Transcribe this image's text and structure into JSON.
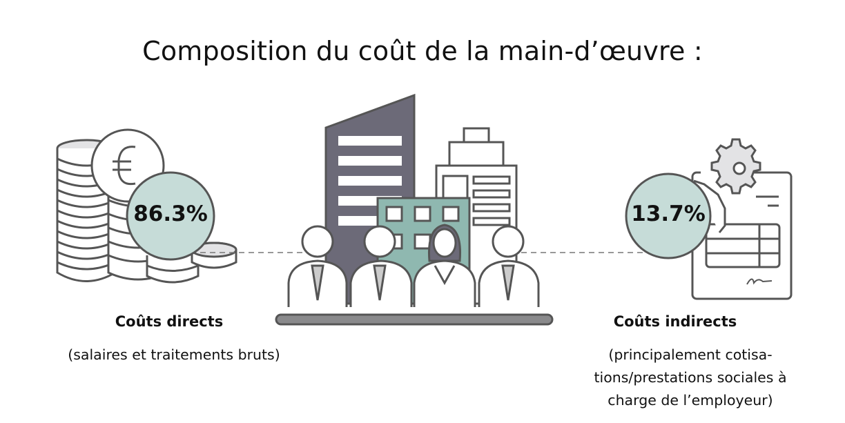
{
  "title": "Composition du coût de la main-d’œuvre :",
  "direct": {
    "percent": "86.3%",
    "label": "Coûts directs",
    "description": "(salaires et traitements bruts)"
  },
  "indirect": {
    "percent": "13.7%",
    "label": "Coûts indirects",
    "description_lines": [
      "(principalement cotisa-",
      "tions/prestations sociales à",
      "charge de l’employeur)"
    ]
  },
  "colors": {
    "accent_circle": "#c6dcd8",
    "building_dark": "#6c6a78",
    "building_teal": "#8fb8b0",
    "line": "#555555"
  }
}
